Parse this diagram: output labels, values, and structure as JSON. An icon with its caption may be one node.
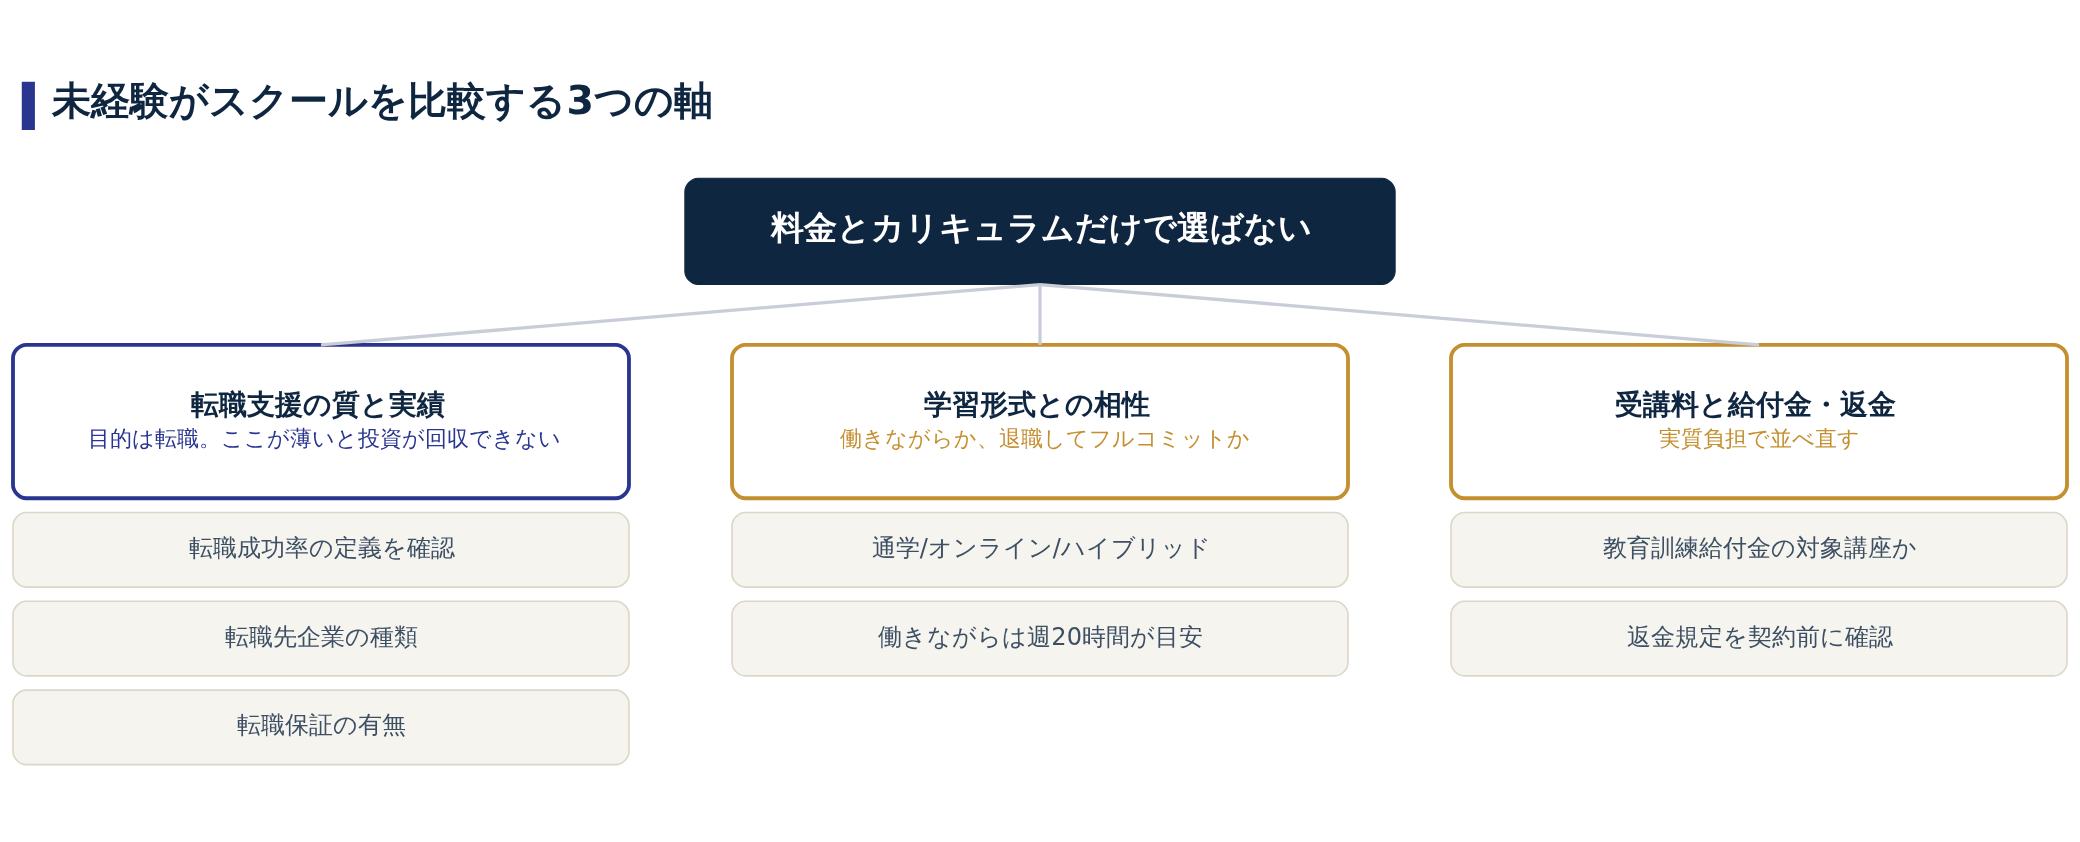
{
  "diagram": {
    "title": "未経験がスクールを比較する3つの軸",
    "nodes": [
      {
        "text": [
          "料金とカリキュラムだけで選ばない"
        ]
      },
      {
        "text": [
          "転職支援の質と実績",
          "目的は転職。ここが薄いと投資が回収できない"
        ]
      },
      {
        "text": [
          "転職成功率の定義を確認"
        ]
      },
      {
        "text": [
          "転職先企業の種類"
        ]
      },
      {
        "text": [
          "転職保証の有無"
        ]
      },
      {
        "text": [
          "学習形式との相性",
          "働きながらか、退職してフルコミットか"
        ]
      },
      {
        "text": [
          "通学/オンライン/ハイブリッド"
        ]
      },
      {
        "text": [
          "働きながらは週20時間が目安"
        ]
      },
      {
        "text": [
          "受講料と給付金・返金",
          "実質負担で並べ直す"
        ]
      },
      {
        "text": [
          "教育訓練給付金の対象講座か"
        ]
      },
      {
        "text": [
          "返金規定を契約前に確認"
        ]
      }
    ],
    "edges": [
      {
        "from": 0,
        "to": 1,
        "arrow": "none"
      },
      {
        "from": 0,
        "to": 5,
        "arrow": "none"
      },
      {
        "from": 0,
        "to": 8,
        "arrow": "none"
      }
    ]
  }
}
